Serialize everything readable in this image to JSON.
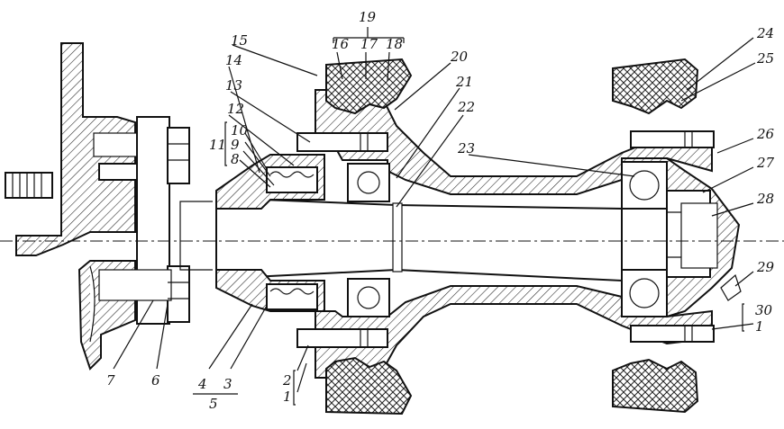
{
  "labels": {
    "l1": "1",
    "l1b": "1",
    "l2": "2",
    "l3": "3",
    "l4": "4",
    "l5": "5",
    "l6": "6",
    "l7": "7",
    "l8": "8",
    "l9": "9",
    "l10": "10",
    "l11": "11",
    "l12": "12",
    "l13": "13",
    "l14": "14",
    "l15": "15",
    "l16": "16",
    "l17": "17",
    "l18": "18",
    "l19": "19",
    "l20": "20",
    "l21": "21",
    "l22": "22",
    "l23": "23",
    "l24": "24",
    "l25": "25",
    "l26": "26",
    "l27": "27",
    "l28": "28",
    "l29": "29",
    "l30": "30"
  }
}
